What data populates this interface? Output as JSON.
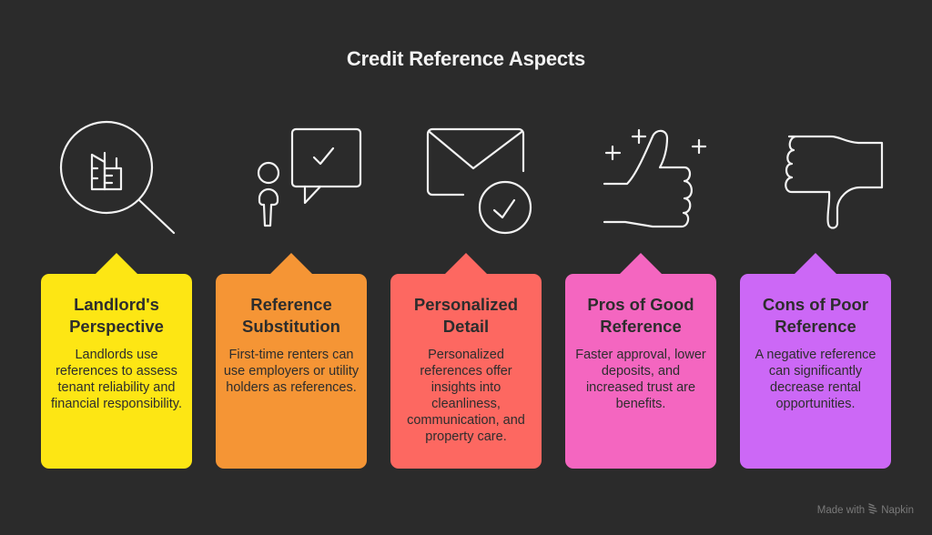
{
  "title": "Credit Reference Aspects",
  "cards": [
    {
      "icon": "building-magnifier-icon",
      "title": "Landlord's Perspective",
      "description": "Landlords use references to assess tenant reliability and financial responsibility.",
      "color": "#fde614"
    },
    {
      "icon": "person-speech-check-icon",
      "title": "Reference Substitution",
      "description": "First-time renters can use employers or utility holders as references.",
      "color": "#f59535"
    },
    {
      "icon": "envelope-check-icon",
      "title": "Personalized Detail",
      "description": "Personalized references offer insights into cleanliness, communication, and property care.",
      "color": "#fd6861"
    },
    {
      "icon": "thumbs-up-icon",
      "title": "Pros of Good Reference",
      "description": "Faster approval, lower deposits, and increased trust are benefits.",
      "color": "#f466c0"
    },
    {
      "icon": "thumbs-down-icon",
      "title": "Cons of Poor Reference",
      "description": "A negative reference can significantly decrease rental opportunities.",
      "color": "#cc68f6"
    }
  ],
  "footer": {
    "made_with": "Made with",
    "brand": "Napkin"
  }
}
